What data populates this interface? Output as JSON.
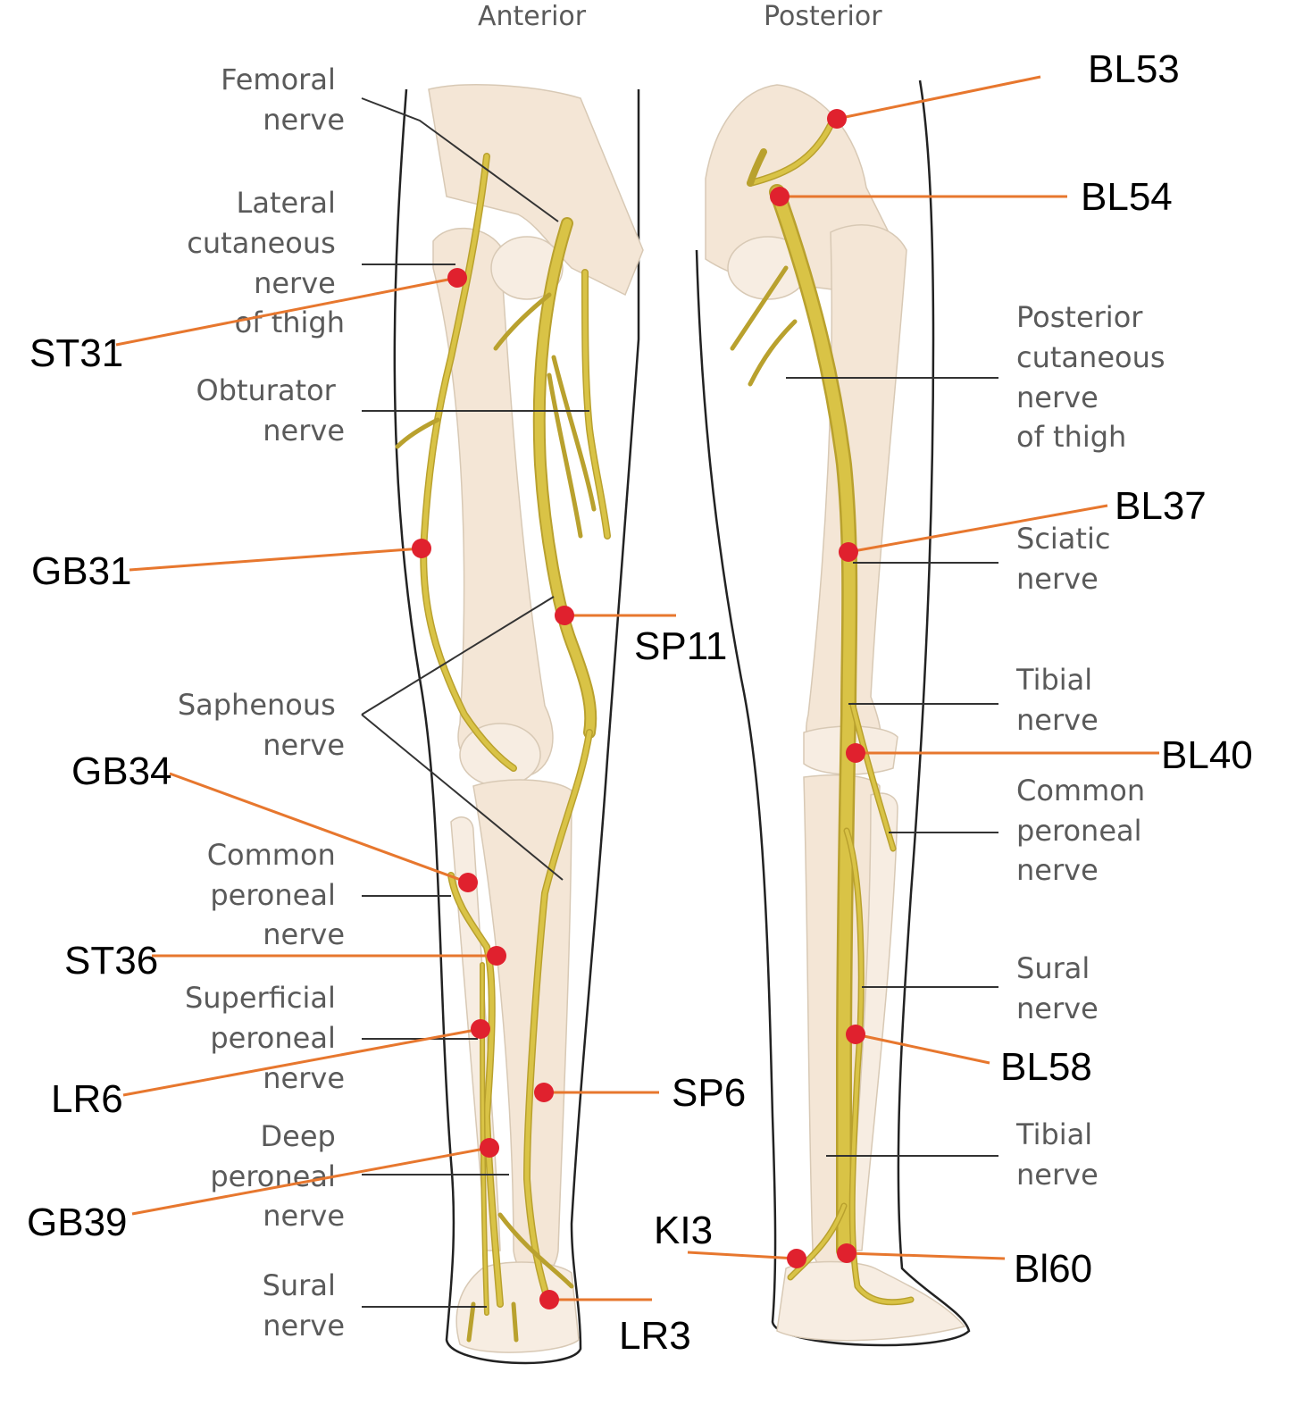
{
  "views": {
    "anterior": "Anterior",
    "posterior": "Posterior"
  },
  "nerve_labels": {
    "femoral": [
      "Femoral",
      "nerve"
    ],
    "lateral_cutaneous": [
      "Lateral",
      "cutaneous",
      "nerve",
      "of thigh"
    ],
    "obturator": [
      "Obturator",
      "nerve"
    ],
    "saphenous": [
      "Saphenous",
      "nerve"
    ],
    "common_peroneal_ant": [
      "Common",
      "peroneal",
      "nerve"
    ],
    "superficial_peroneal": [
      "Superficial",
      "peroneal",
      "nerve"
    ],
    "deep_peroneal": [
      "Deep",
      "peroneal",
      "nerve"
    ],
    "sural_ant": [
      "Sural",
      "nerve"
    ],
    "posterior_cutaneous": [
      "Posterior",
      "cutaneous",
      "nerve",
      "of thigh"
    ],
    "sciatic": [
      "Sciatic",
      "nerve"
    ],
    "tibial_upper": [
      "Tibial",
      "nerve"
    ],
    "common_peroneal_post": [
      "Common",
      "peroneal",
      "nerve"
    ],
    "sural_post": [
      "Sural",
      "nerve"
    ],
    "tibial_lower": [
      "Tibial",
      "nerve"
    ]
  },
  "points": {
    "bl53": "BL53",
    "bl54": "BL54",
    "st31": "ST31",
    "bl37": "BL37",
    "gb31": "GB31",
    "sp11": "SP11",
    "bl40": "BL40",
    "gb34": "GB34",
    "st36": "ST36",
    "bl58": "BL58",
    "lr6": "LR6",
    "sp6": "SP6",
    "gb39": "GB39",
    "ki3": "KI3",
    "bl60": "Bl60",
    "lr3": "LR3"
  },
  "colors": {
    "acupoint": "#e0212e",
    "pointer_line": "#e7772e",
    "nerve": "#d9c346",
    "bone": "#f4e6d6"
  }
}
